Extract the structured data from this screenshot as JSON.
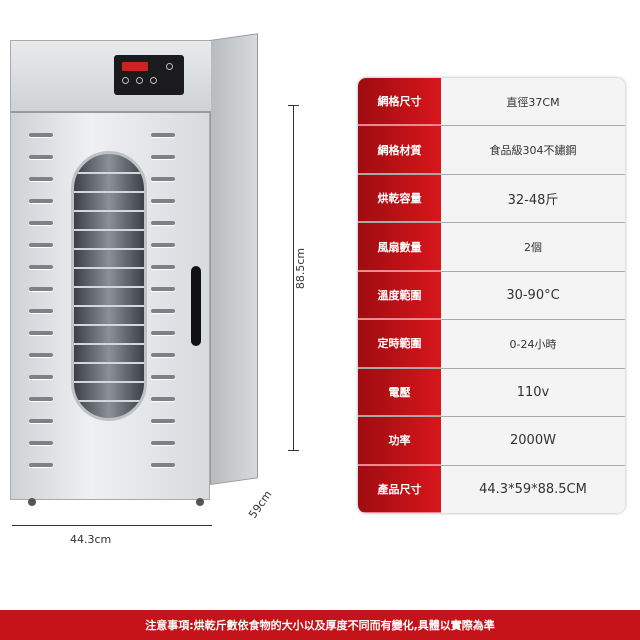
{
  "dimensions": {
    "height": "88.5cm",
    "width": "44.3cm",
    "depth": "59cm"
  },
  "specs": [
    {
      "label": "網格尺寸",
      "value": "直徑37CM"
    },
    {
      "label": "網格材質",
      "value": "食品級304不鏽鋼"
    },
    {
      "label": "烘乾容量",
      "value": "32-48斤"
    },
    {
      "label": "風扇數量",
      "value": "2個"
    },
    {
      "label": "溫度範圍",
      "value": "30-90°C"
    },
    {
      "label": "定時範圍",
      "value": "0-24小時"
    },
    {
      "label": "電壓",
      "value": "110v"
    },
    {
      "label": "功率",
      "value": "2000W"
    },
    {
      "label": "產品尺寸",
      "value": "44.3*59*88.5CM"
    }
  ],
  "notice": "注意事項:烘乾斤數依食物的大小以及厚度不同而有變化,具體以實際為準",
  "colors": {
    "accent": "#c4141a"
  }
}
